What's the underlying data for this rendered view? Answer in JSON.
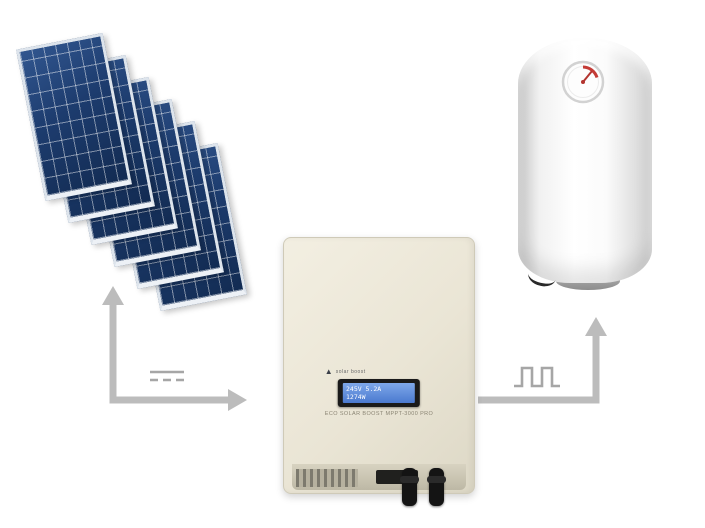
{
  "figure": {
    "type": "system-diagram",
    "description": "Six photovoltaic panels feed a DC solar boost MPPT inverter which powers an electric water heater",
    "background": "#ffffff"
  },
  "solar_array": {
    "panel_count": 6,
    "panel_color": "#16345f",
    "cell_line_color": "#ffffff",
    "frame_color": "#dde4ec"
  },
  "inverter": {
    "body_color": "#ece8da",
    "brand_icon": "▲",
    "brand_text": "solar boost",
    "lcd": {
      "line1": "245V  5.2A",
      "line2": "1274W",
      "screen_color": "#5b86d6",
      "text_color": "#ffffff",
      "bezel_color": "#1a1a1a"
    },
    "model_label": "ECO SOLAR BOOST MPPT-3000 PRO"
  },
  "boiler": {
    "body_color": "#ffffff",
    "shade_color": "#cccccc",
    "gauge_accent": "#c43b36"
  },
  "flow": {
    "arrow_color": "#bcbcbc",
    "symbol_color": "#a6a6a6",
    "dc_symbol": "solid-over-dashed DC mark",
    "ac_symbol": "square-wave"
  }
}
